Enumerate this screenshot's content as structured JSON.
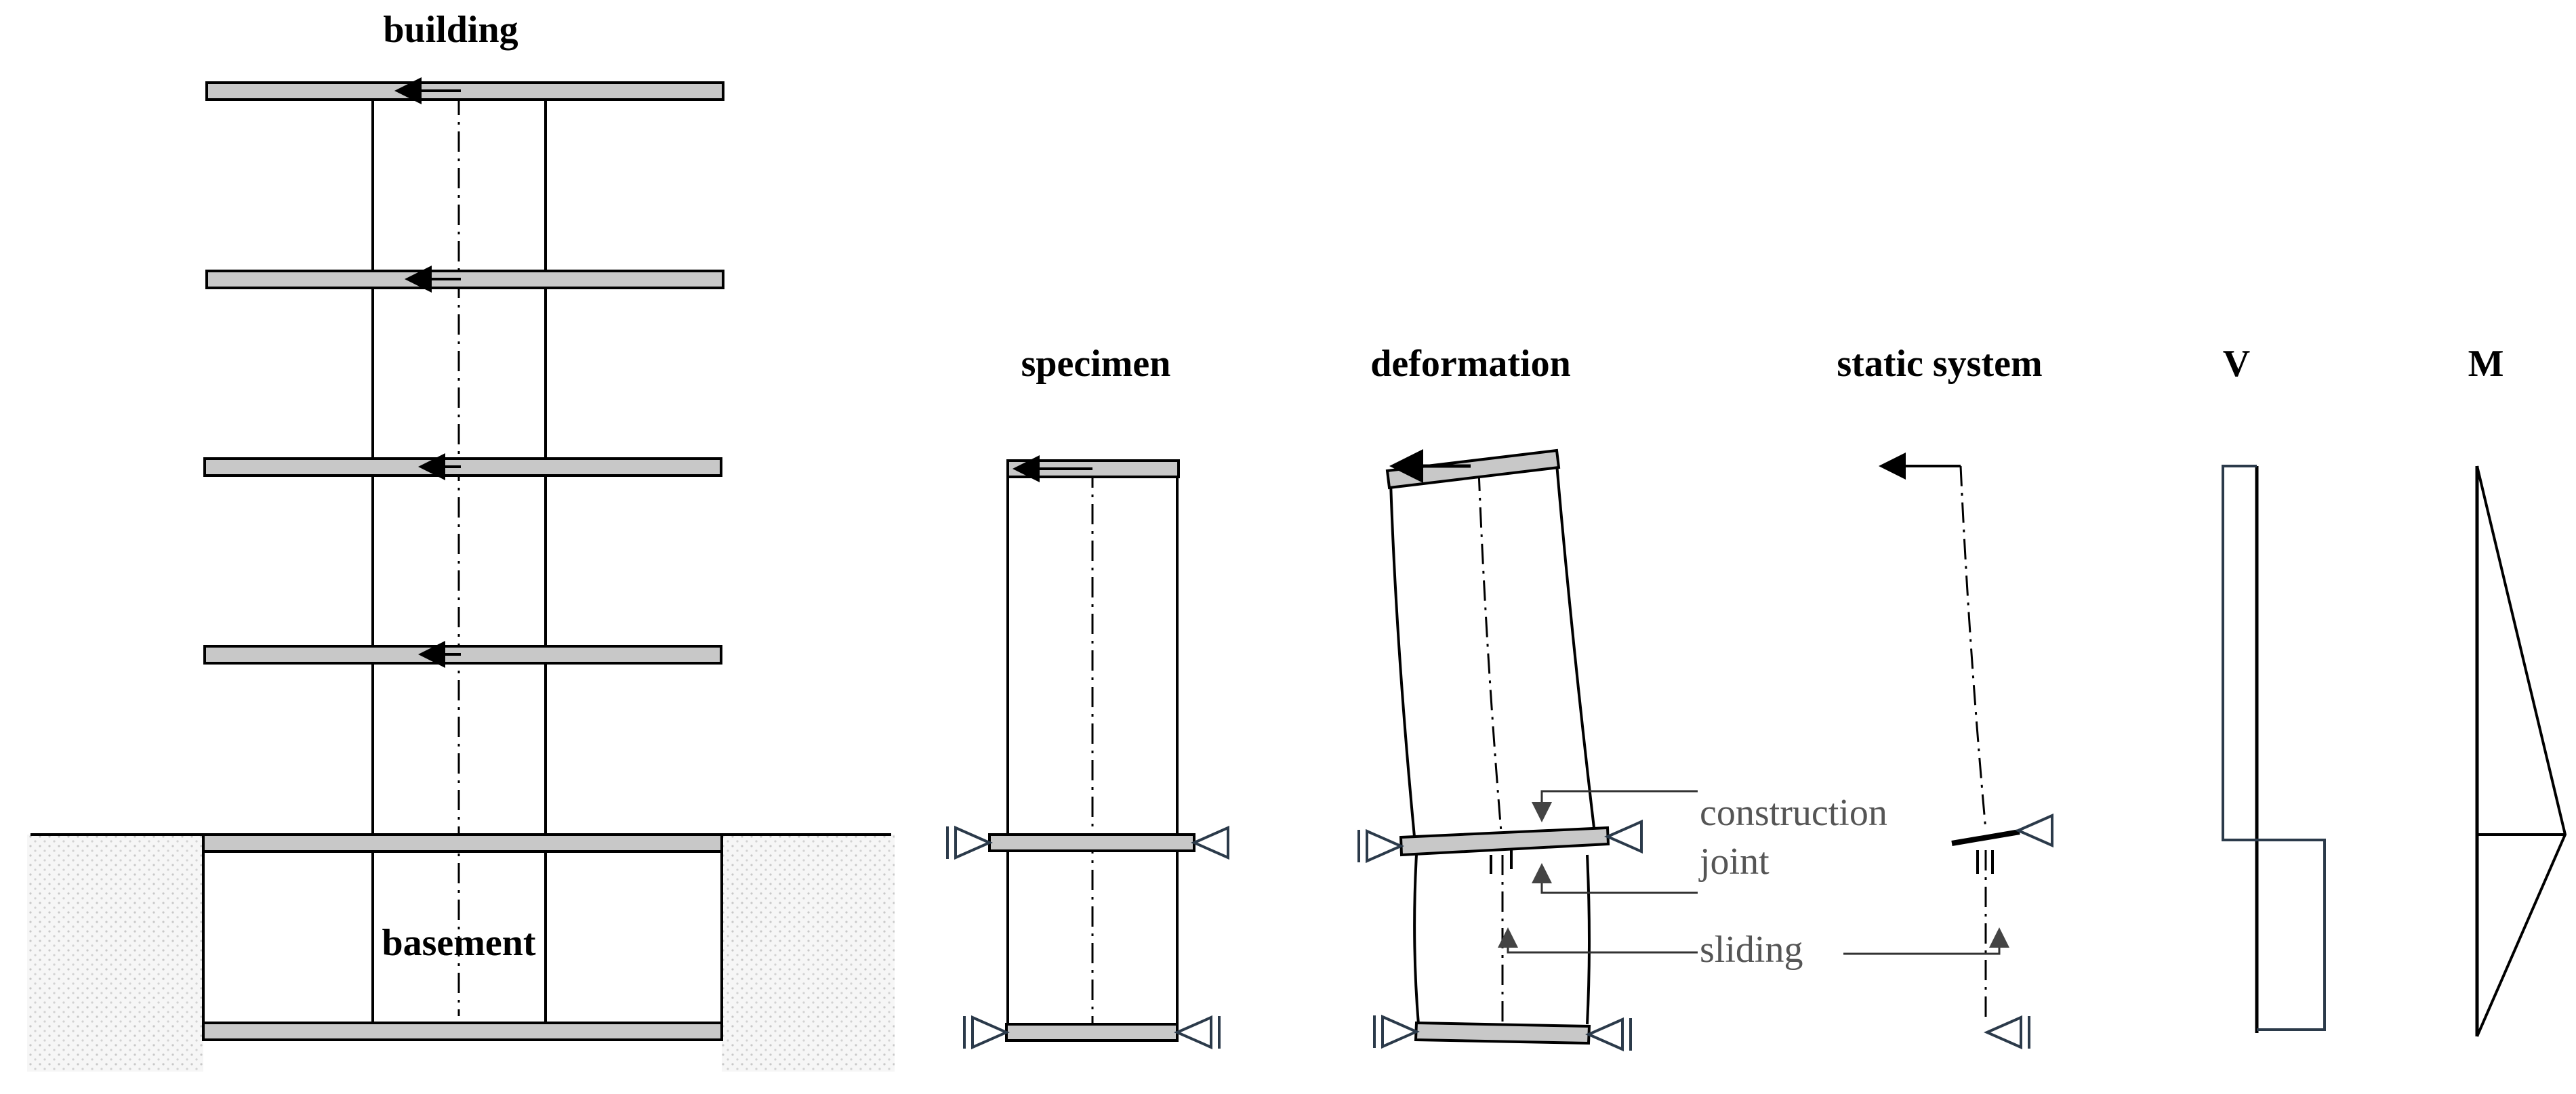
{
  "panels": {
    "building": {
      "title": "building",
      "basement_label": "basement"
    },
    "specimen": {
      "title": "specimen"
    },
    "deformation": {
      "title": "deformation",
      "joint_label_line1": "construction",
      "joint_label_line2": "joint",
      "sliding_label": "sliding"
    },
    "static_system": {
      "title": "static system"
    },
    "shear_diagram": {
      "title": "V"
    },
    "moment_diagram": {
      "title": "M"
    }
  },
  "colors": {
    "slab_fill": "#c8c8c8",
    "soil_dots": "#cfcfcf",
    "support_stroke": "#2b3a4a",
    "annotation_text": "#555555"
  }
}
